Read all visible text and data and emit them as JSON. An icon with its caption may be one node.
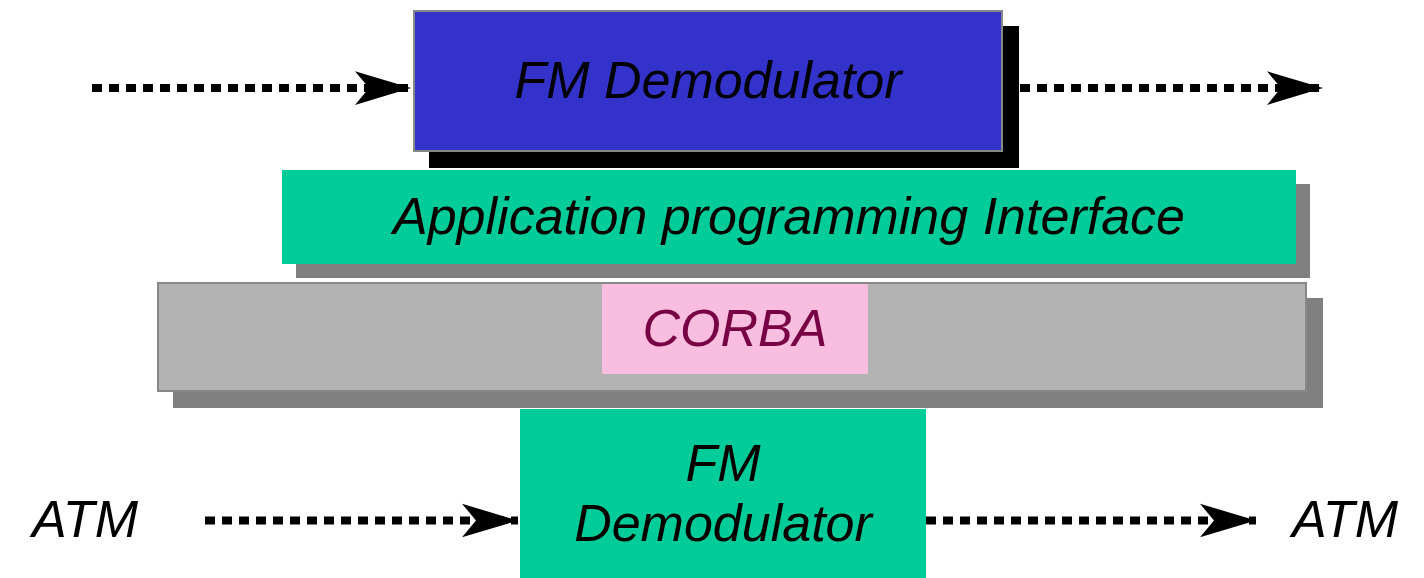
{
  "diagram": {
    "nodes": [
      {
        "text": [
          "FM Demodulator"
        ]
      },
      {
        "text": [
          "Application programming Interface"
        ]
      },
      {
        "text": [],
        "shape": "bar"
      },
      {
        "text": [
          "CORBA"
        ],
        "in": 2
      },
      {
        "text": [
          "FM Demodulator"
        ]
      },
      {
        "text": [
          "ATM"
        ]
      },
      {
        "text": [
          "ATM"
        ]
      }
    ],
    "edges": [
      {
        "from": null,
        "to": 0,
        "arrow": "to",
        "style": "dashed"
      },
      {
        "from": 0,
        "to": null,
        "arrow": "to",
        "style": "dashed"
      },
      {
        "from": 5,
        "to": 4,
        "arrow": "to",
        "style": "dashed"
      },
      {
        "from": 4,
        "to": 6,
        "arrow": "to",
        "style": "dashed"
      }
    ]
  }
}
